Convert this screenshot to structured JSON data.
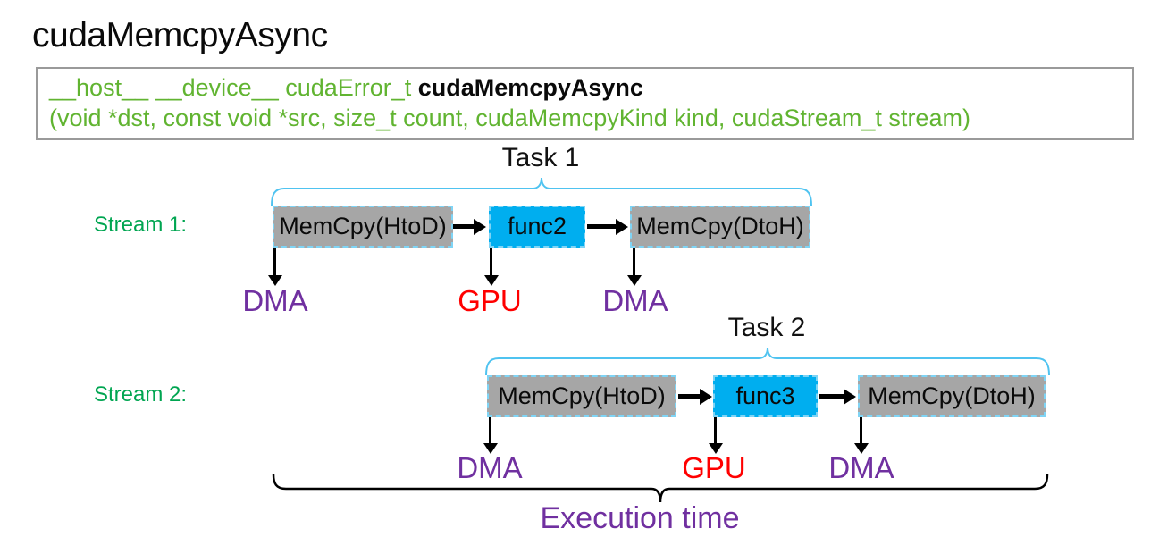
{
  "slide": {
    "title": "cudaMemcpyAsync",
    "signature": {
      "qualifiers": "__host__ __device__ cudaError_t ",
      "function_name": "cudaMemcpyAsync",
      "params": "(void *dst, const void *src, size_t count, cudaMemcpyKind kind, cudaStream_t stream)"
    },
    "tasks": [
      {
        "label": "Task 1"
      },
      {
        "label": "Task 2"
      }
    ],
    "streams": [
      {
        "label": "Stream 1:",
        "boxes": [
          {
            "label": "MemCpy(HtoD)",
            "type": "memcpy"
          },
          {
            "label": "func2",
            "type": "kernel"
          },
          {
            "label": "MemCpy(DtoH)",
            "type": "memcpy"
          }
        ],
        "units": [
          {
            "label": "DMA",
            "kind": "dma"
          },
          {
            "label": "GPU",
            "kind": "gpu"
          },
          {
            "label": "DMA",
            "kind": "dma"
          }
        ]
      },
      {
        "label": "Stream 2:",
        "boxes": [
          {
            "label": "MemCpy(HtoD)",
            "type": "memcpy"
          },
          {
            "label": "func3",
            "type": "kernel"
          },
          {
            "label": "MemCpy(DtoH)",
            "type": "memcpy"
          }
        ],
        "units": [
          {
            "label": "DMA",
            "kind": "dma"
          },
          {
            "label": "GPU",
            "kind": "gpu"
          },
          {
            "label": "DMA",
            "kind": "dma"
          }
        ]
      }
    ],
    "execution_time_label": "Execution time"
  },
  "colors": {
    "code_green": "#61B431",
    "stream_green": "#00A551",
    "dma_purple": "#7030A0",
    "gpu_red": "#FF0000",
    "kernel_cyan": "#00AEEF",
    "memcpy_gray": "#A6A6A6",
    "box_border_blue": "#7FD4F5",
    "brace_blue": "#4FC3F0"
  }
}
